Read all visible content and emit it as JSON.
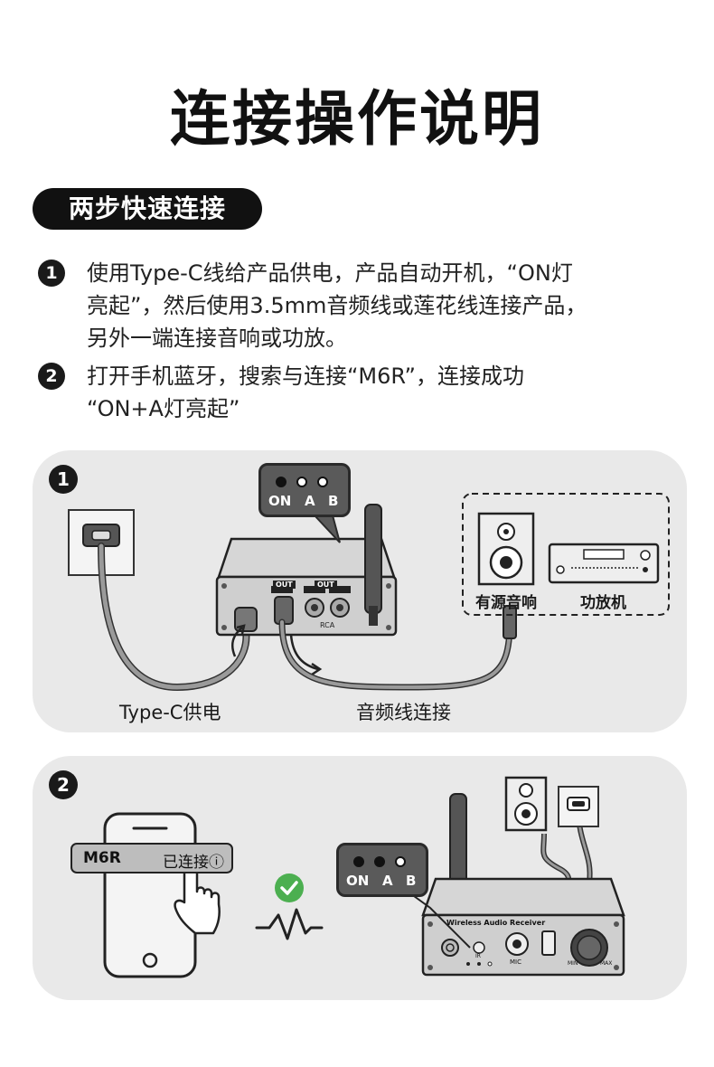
{
  "title": "连接操作说明",
  "section_pill": "两步快速连接",
  "steps": [
    {
      "num": "1",
      "lines": [
        "使用Type-C线给产品供电，产品自动开机，“ON灯",
        "亮起”，然后使用3.5mm音频线或莲花线连接产品，",
        "另外一端连接音响或功放。"
      ]
    },
    {
      "num": "2",
      "lines": [
        "打开手机蓝牙，搜索与连接“M6R”，连接成功",
        "“ON+A灯亮起”"
      ]
    }
  ],
  "diagram1": {
    "num": "1",
    "leds": [
      "ON",
      "A",
      "B"
    ],
    "led_states": [
      "on",
      "off",
      "off"
    ],
    "speaker_label": "有源音响",
    "amp_label": "功放机",
    "power_label": "Type-C供电",
    "audio_label": "音频线连接",
    "port_out_1": "OUT",
    "port_out_2": "OUT",
    "rca_label": "RCA"
  },
  "diagram2": {
    "num": "2",
    "device_name": "M6R",
    "status": "已连接ⓘ",
    "leds": [
      "ON",
      "A",
      "B"
    ],
    "led_states": [
      "on",
      "on",
      "off"
    ],
    "receiver_text": "Wireless Audio Receiver",
    "mic_label": "MIC",
    "min_label": "MIN",
    "max_label": "MAX",
    "ir_label": "IR",
    "check_color": "#4caf50"
  }
}
